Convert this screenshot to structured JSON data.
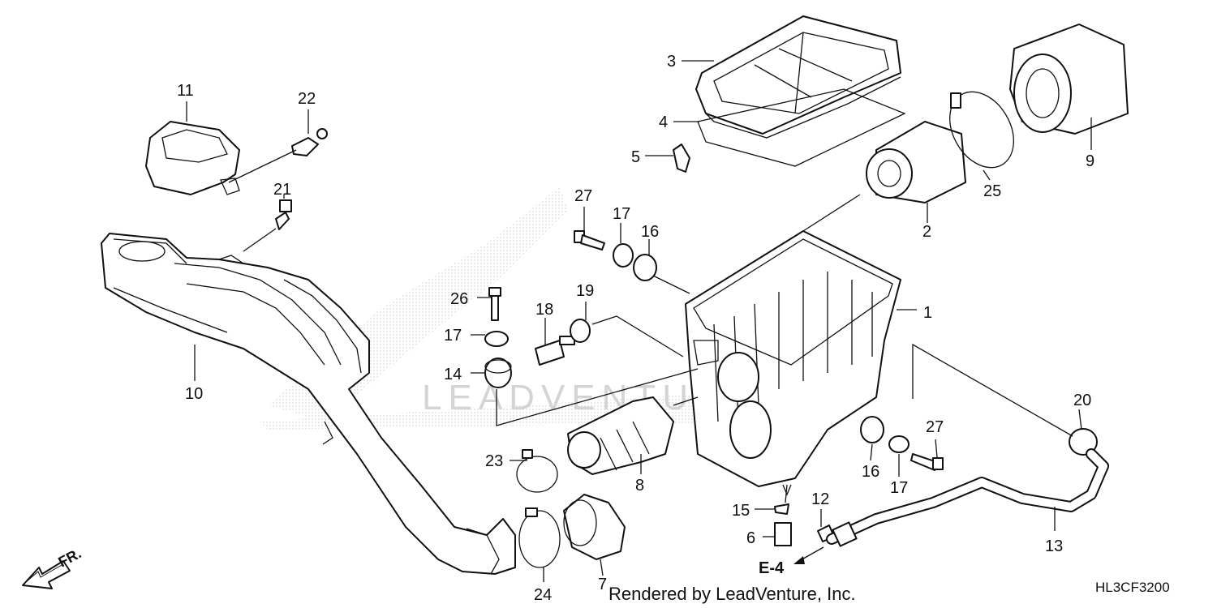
{
  "callouts": [
    {
      "key": "p1",
      "text": "1"
    },
    {
      "key": "p2",
      "text": "2"
    },
    {
      "key": "p3",
      "text": "3"
    },
    {
      "key": "p4",
      "text": "4"
    },
    {
      "key": "p5",
      "text": "5"
    },
    {
      "key": "p6",
      "text": "6"
    },
    {
      "key": "p7",
      "text": "7"
    },
    {
      "key": "p8",
      "text": "8"
    },
    {
      "key": "p9",
      "text": "9"
    },
    {
      "key": "p10",
      "text": "10"
    },
    {
      "key": "p11",
      "text": "11"
    },
    {
      "key": "p12",
      "text": "12"
    },
    {
      "key": "p13",
      "text": "13"
    },
    {
      "key": "p14",
      "text": "14"
    },
    {
      "key": "p15",
      "text": "15"
    },
    {
      "key": "p16a",
      "text": "16"
    },
    {
      "key": "p16b",
      "text": "16"
    },
    {
      "key": "p17a",
      "text": "17"
    },
    {
      "key": "p17b",
      "text": "17"
    },
    {
      "key": "p17c",
      "text": "17"
    },
    {
      "key": "p18",
      "text": "18"
    },
    {
      "key": "p19",
      "text": "19"
    },
    {
      "key": "p20",
      "text": "20"
    },
    {
      "key": "p21",
      "text": "21"
    },
    {
      "key": "p22",
      "text": "22"
    },
    {
      "key": "p23",
      "text": "23"
    },
    {
      "key": "p24",
      "text": "24"
    },
    {
      "key": "p25",
      "text": "25"
    },
    {
      "key": "p26",
      "text": "26"
    },
    {
      "key": "p27a",
      "text": "27"
    },
    {
      "key": "p27b",
      "text": "27"
    }
  ],
  "labels": {
    "p1": "1",
    "p2": "2",
    "p3": "3",
    "p4": "4",
    "p5": "5",
    "p6": "6",
    "p7": "7",
    "p8": "8",
    "p9": "9",
    "p10": "10",
    "p11": "11",
    "p12": "12",
    "p13": "13",
    "p14": "14",
    "p15": "15",
    "p16a": "16",
    "p16b": "16",
    "p17a": "17",
    "p17b": "17",
    "p17c": "17",
    "p18": "18",
    "p19": "19",
    "p20": "20",
    "p21": "21",
    "p22": "22",
    "p23": "23",
    "p24": "24",
    "p25": "25",
    "p26": "26",
    "p27a": "27",
    "p27b": "27"
  },
  "reference": "E-4",
  "direction": "FR.",
  "footer": "Rendered by LeadVenture, Inc.",
  "diagram_code": "HL3CF3200",
  "watermark": "LEADVENTURE"
}
